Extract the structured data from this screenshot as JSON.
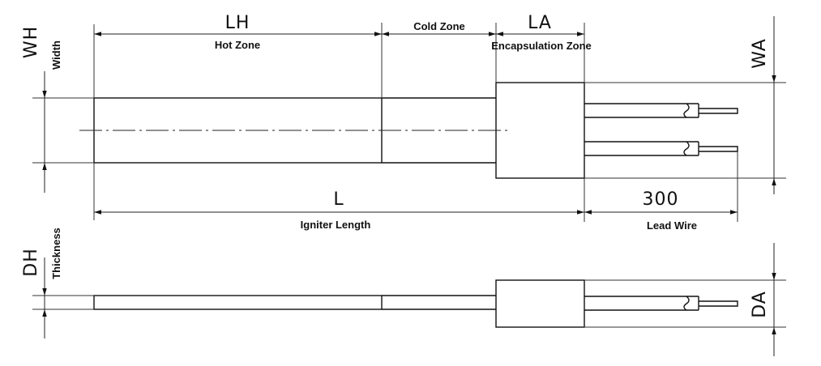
{
  "dimensions": {
    "hot_zone_length": "LH",
    "encapsulation_length": "LA",
    "width": "WH",
    "encapsulation_width": "WA",
    "igniter_length": "L",
    "lead_wire_length": "300",
    "thickness": "DH",
    "encapsulation_thickness": "DA"
  },
  "labels": {
    "hot_zone": "Hot Zone",
    "cold_zone": "Cold Zone",
    "encapsulation_zone": "Encapsulation Zone",
    "width": "Width",
    "igniter_length": "Igniter Length",
    "lead_wire": "Lead Wire",
    "thickness": "Thickness"
  }
}
